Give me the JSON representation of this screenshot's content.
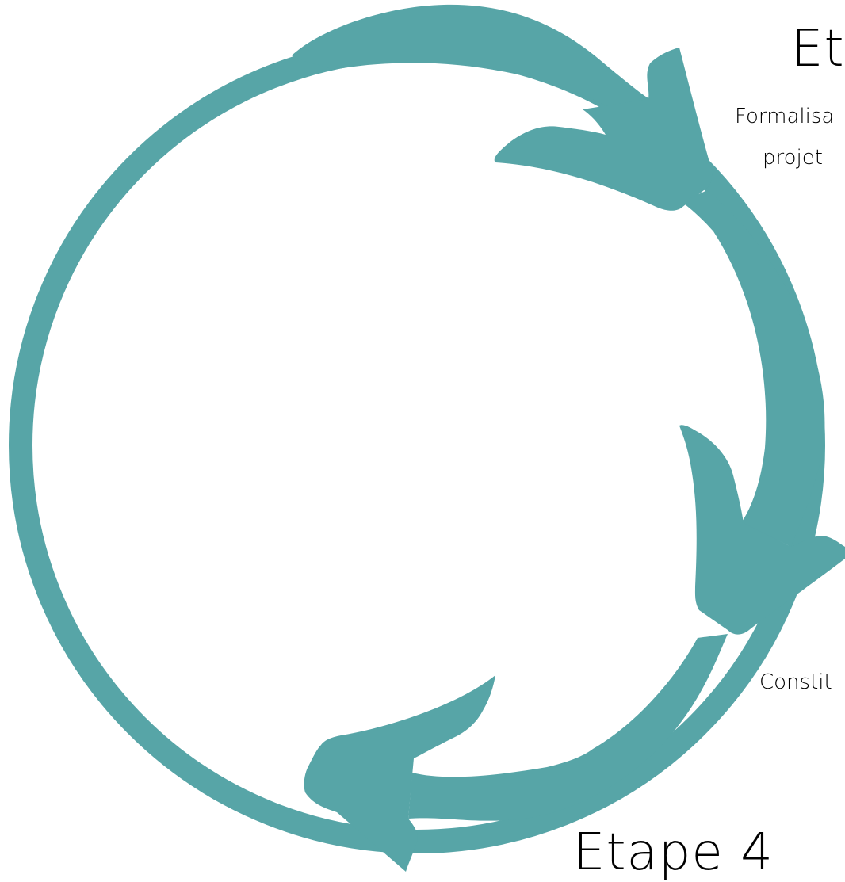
{
  "diagram": {
    "type": "cycle",
    "accent_color": "#57a5a7",
    "background_color": "#ffffff",
    "arrow_icon": "curved-arrow"
  },
  "steps": [
    {
      "title": "Et",
      "description_lines": [
        "Formalisa",
        "projet"
      ]
    },
    {
      "description_lines": [
        "Constit"
      ]
    },
    {
      "title": "Etape 4"
    }
  ]
}
